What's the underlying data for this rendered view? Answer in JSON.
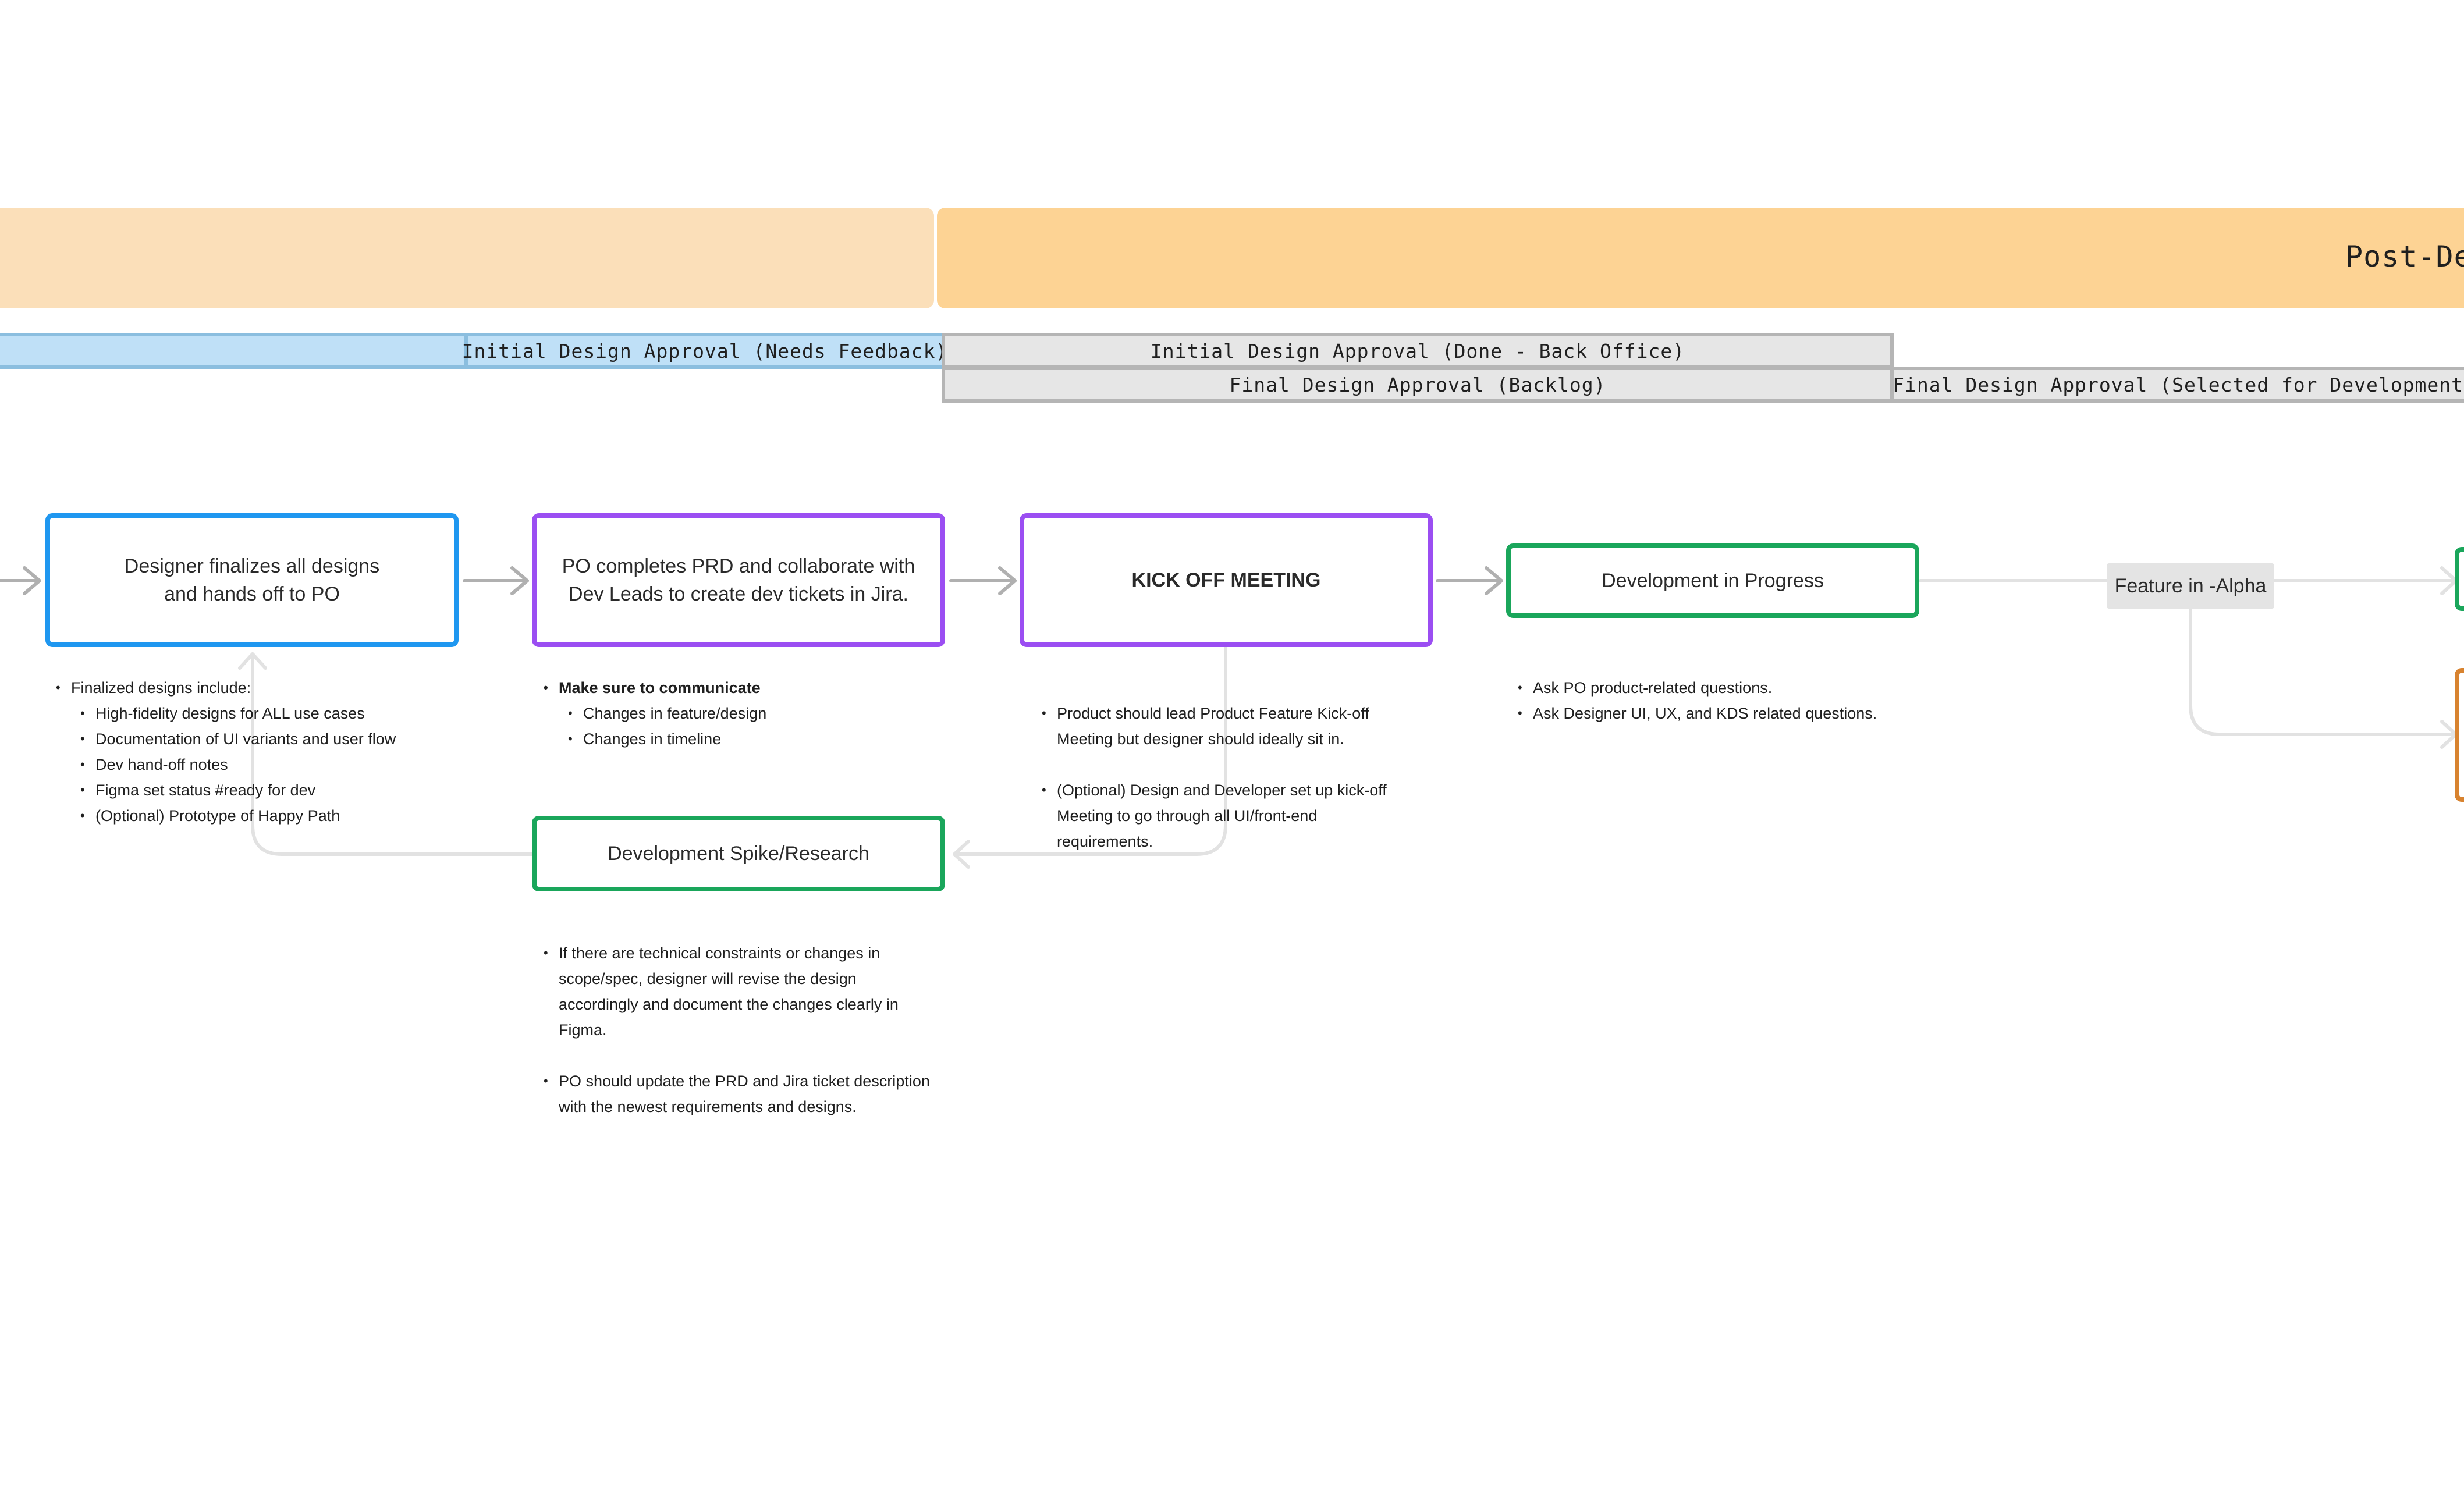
{
  "phases": {
    "post_design_title": "Post-Des"
  },
  "statuses": {
    "initial_needs_feedback": "Initial Design Approval (Needs Feedback)",
    "initial_done_back_office": "Initial Design Approval (Done - Back Office)",
    "final_backlog": "Final Design Approval (Backlog)",
    "final_selected": "Final Design Approval (Selected for Development)"
  },
  "steps": {
    "designer_finalizes": "Designer finalizes all designs\nand hands off to PO",
    "po_completes_prd": "PO completes PRD and collaborate with\nDev Leads to create dev tickets in Jira.",
    "kickoff": "KICK OFF MEETING",
    "dev_in_progress": "Development in Progress",
    "dev_spike": "Development Spike/Research",
    "feature_alpha": "Feature in -Alpha"
  },
  "notes": {
    "designer": {
      "intro": "Finalized designs include:",
      "items": [
        "High-fidelity designs for ALL use cases",
        "Documentation of UI variants and user flow",
        "Dev hand-off notes",
        "Figma set status #ready for dev",
        "(Optional) Prototype of Happy Path"
      ]
    },
    "po": {
      "intro": "Make sure to communicate",
      "items": [
        "Changes in feature/design",
        "Changes in timeline"
      ]
    },
    "kickoff": {
      "items": [
        "Product should lead Product Feature Kick-off\nMeeting but designer should ideally sit in.",
        "(Optional) Design and Developer set up kick-off\nMeeting to go through all UI/front-end\nrequirements."
      ]
    },
    "dev": {
      "items": [
        "Ask PO product-related questions.",
        "Ask Designer UI, UX, and KDS related questions."
      ]
    },
    "spike": {
      "items": [
        "If there are technical constraints or changes in\nscope/spec, designer will revise the design\naccordingly and document the changes clearly in\nFigma.",
        "PO should update the PRD and Jira ticket description\nwith the newest requirements and designs."
      ]
    }
  },
  "colors": {
    "band_pre": "#fbdfb9",
    "band_post": "#fdd394",
    "status_blue": "#bfe0f7",
    "status_gray": "#e6e6e6",
    "box_blue": "#1f97f0",
    "box_purple": "#9b4ef2",
    "box_green": "#1aa65b",
    "connector": "#b0b0b0"
  }
}
